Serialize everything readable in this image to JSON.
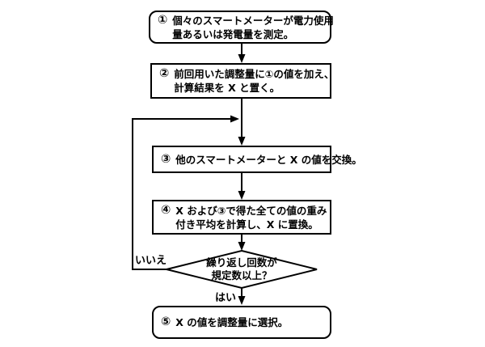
{
  "diagram": {
    "title": "smart-meter adjustment flowchart",
    "colors": {
      "background": "#ffffff",
      "line": "#000000",
      "text": "#000000",
      "node_fill": "#ffffff"
    },
    "nodes": [
      {
        "id": "step1",
        "shape": "rounded-terminal",
        "number": "①",
        "lines": [
          "個々のスマートメーターが電力使用",
          "量あるいは発電量を測定。"
        ]
      },
      {
        "id": "step2",
        "shape": "process-rect",
        "number": "②",
        "lines": [
          "前回用いた調整量に①の値を加え、",
          "計算結果を X と置く。"
        ]
      },
      {
        "id": "step3",
        "shape": "process-rect",
        "number": "③",
        "lines": [
          "他のスマートメーターと X の値を交換。"
        ]
      },
      {
        "id": "step4",
        "shape": "process-rect",
        "number": "④",
        "lines": [
          "X および③で得た全ての値の重み",
          "付き平均を計算し、X に置換。"
        ]
      },
      {
        "id": "decision",
        "shape": "diamond",
        "lines": [
          "繰り返し回数が",
          "規定数以上？"
        ]
      },
      {
        "id": "step5",
        "shape": "rounded-terminal",
        "number": "⑤",
        "lines": [
          "X の値を調整量に選択。"
        ]
      }
    ],
    "edge_labels": {
      "no": "いいえ",
      "yes": "はい"
    }
  }
}
